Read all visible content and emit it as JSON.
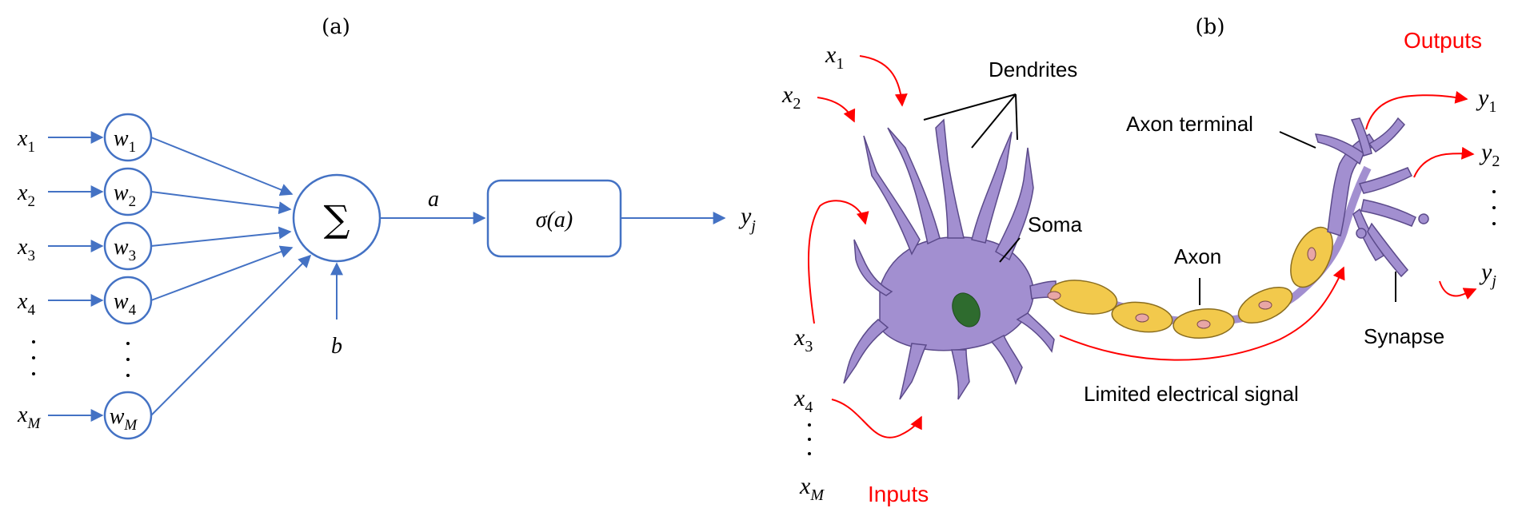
{
  "panel_a": {
    "label": "(a)",
    "inputs": [
      {
        "base": "x",
        "sub": "1"
      },
      {
        "base": "x",
        "sub": "2"
      },
      {
        "base": "x",
        "sub": "3"
      },
      {
        "base": "x",
        "sub": "4"
      },
      {
        "base": "x",
        "sub": "M"
      }
    ],
    "weights": [
      {
        "base": "w",
        "sub": "1"
      },
      {
        "base": "w",
        "sub": "2"
      },
      {
        "base": "w",
        "sub": "3"
      },
      {
        "base": "w",
        "sub": "4"
      },
      {
        "base": "w",
        "sub": "M"
      }
    ],
    "sum_symbol": "∑",
    "activation_label": "a",
    "activation_function": "σ(a)",
    "bias_label": "b",
    "output": {
      "base": "y",
      "sub": "j"
    }
  },
  "panel_b": {
    "label": "(b)",
    "inputs_title": "Inputs",
    "outputs_title": "Outputs",
    "inputs": [
      {
        "base": "x",
        "sub": "1"
      },
      {
        "base": "x",
        "sub": "2"
      },
      {
        "base": "x",
        "sub": "3"
      },
      {
        "base": "x",
        "sub": "4"
      },
      {
        "base": "x",
        "sub": "M"
      }
    ],
    "outputs": [
      {
        "base": "y",
        "sub": "1"
      },
      {
        "base": "y",
        "sub": "2"
      },
      {
        "base": "y",
        "sub": "j"
      }
    ],
    "labels": {
      "dendrites": "Dendrites",
      "soma": "Soma",
      "axon": "Axon",
      "axon_terminal": "Axon terminal",
      "synapse": "Synapse",
      "signal": "Limited electrical signal"
    }
  },
  "colors": {
    "diagram_blue": "#4472C4",
    "arrow_red": "#FF0000",
    "neuron_purple": "#A28FD0",
    "nucleus_green": "#2E6B2E",
    "myelin_yellow": "#F2C94C",
    "myelin_node": "#E8A6A6"
  }
}
